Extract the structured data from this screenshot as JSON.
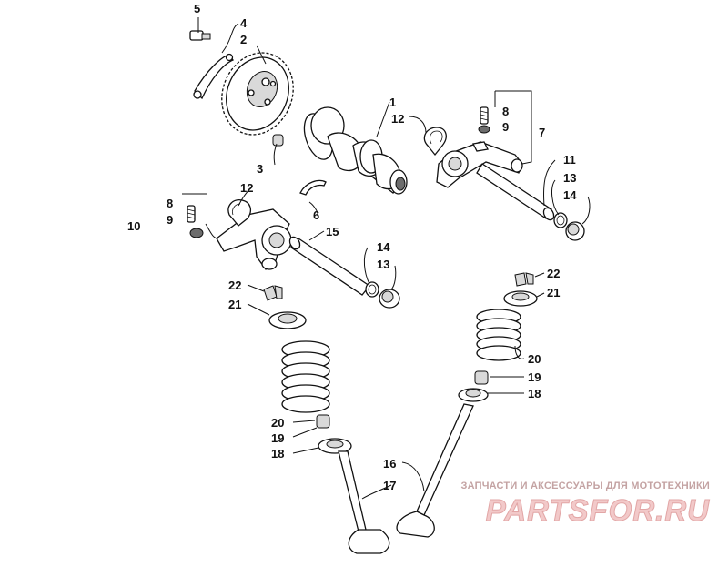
{
  "diagram": {
    "callouts": [
      {
        "id": "c-5",
        "text": "5"
      },
      {
        "id": "c-4",
        "text": "4"
      },
      {
        "id": "c-2",
        "text": "2"
      },
      {
        "id": "c-1",
        "text": "1"
      },
      {
        "id": "c-12a",
        "text": "12"
      },
      {
        "id": "c-8a",
        "text": "8"
      },
      {
        "id": "c-9a",
        "text": "9"
      },
      {
        "id": "c-7",
        "text": "7"
      },
      {
        "id": "c-3",
        "text": "3"
      },
      {
        "id": "c-11",
        "text": "11"
      },
      {
        "id": "c-13a",
        "text": "13"
      },
      {
        "id": "c-14a",
        "text": "14"
      },
      {
        "id": "c-8b",
        "text": "8"
      },
      {
        "id": "c-12b",
        "text": "12"
      },
      {
        "id": "c-9b",
        "text": "9"
      },
      {
        "id": "c-10",
        "text": "10"
      },
      {
        "id": "c-6",
        "text": "6"
      },
      {
        "id": "c-15",
        "text": "15"
      },
      {
        "id": "c-14b",
        "text": "14"
      },
      {
        "id": "c-13b",
        "text": "13"
      },
      {
        "id": "c-22a",
        "text": "22"
      },
      {
        "id": "c-21a",
        "text": "21"
      },
      {
        "id": "c-22b",
        "text": "22"
      },
      {
        "id": "c-21b",
        "text": "21"
      },
      {
        "id": "c-20a",
        "text": "20"
      },
      {
        "id": "c-19a",
        "text": "19"
      },
      {
        "id": "c-18a",
        "text": "18"
      },
      {
        "id": "c-20b",
        "text": "20"
      },
      {
        "id": "c-19b",
        "text": "19"
      },
      {
        "id": "c-18b",
        "text": "18"
      },
      {
        "id": "c-16",
        "text": "16"
      },
      {
        "id": "c-17",
        "text": "17"
      }
    ]
  },
  "watermark": {
    "caption": "ЗАПЧАСТИ И АКСЕССУАРЫ ДЛЯ МОТОТЕХНИКИ",
    "logo": "PARTSFOR.RU"
  }
}
